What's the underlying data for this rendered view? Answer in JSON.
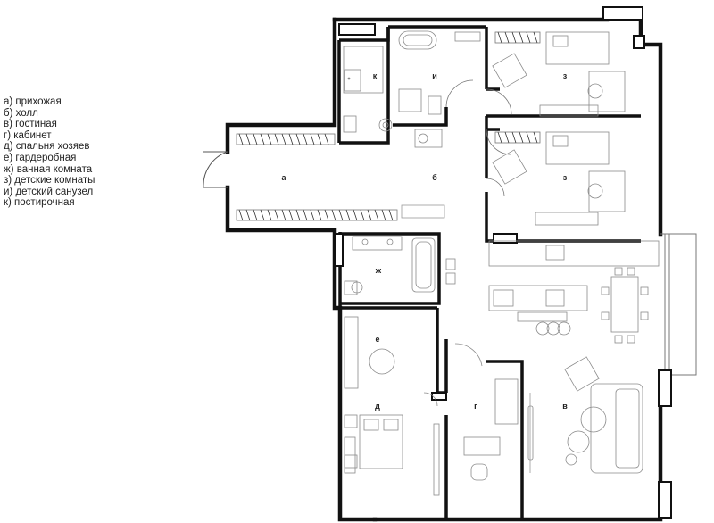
{
  "legend": [
    "а) прихожая",
    "б) холл",
    "в) гостиная",
    "г) кабинет",
    "д) спальня хозяев",
    "е) гардеробная",
    "ж) ванная комната",
    "з) детские комнаты",
    "и) детский санузел",
    "к) постирочная"
  ],
  "rooms": {
    "a": "а",
    "b": "б",
    "v": "в",
    "g": "г",
    "d": "д",
    "e": "е",
    "zh": "ж",
    "z1": "з",
    "z2": "з",
    "i": "и",
    "k": "к"
  },
  "colors": {
    "wall": "#111111",
    "thin": "#555555",
    "furniture": "#9a9a9a",
    "light": "#c8c8c8"
  }
}
